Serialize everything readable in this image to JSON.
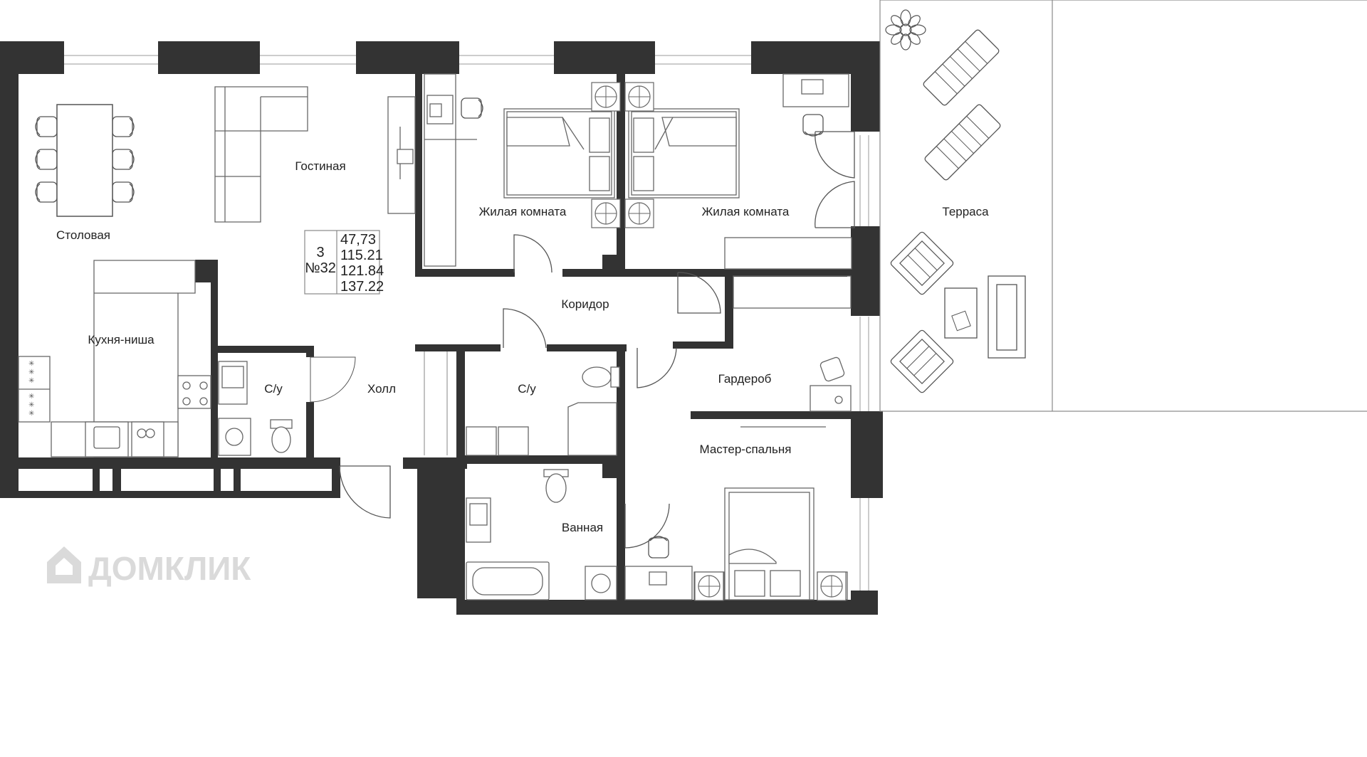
{
  "rooms": {
    "dining": "Столовая",
    "living": "Гостиная",
    "bedroom_1": "Жилая комната",
    "bedroom_2": "Жилая комната",
    "terrace": "Терраса",
    "corridor": "Коридор",
    "kitchen": "Кухня-ниша",
    "wc_1": "С/у",
    "wc_2": "С/у",
    "hall": "Холл",
    "wardrobe": "Гардероб",
    "master": "Мастер-спальня",
    "bath": "Ванная"
  },
  "apartment": {
    "rooms_count": "3",
    "number": "№32",
    "areas": [
      "47,73",
      "115.21",
      "121.84",
      "137.22"
    ]
  },
  "watermark": {
    "text": "ДОМКЛИК",
    "icon": "house-logo-icon"
  },
  "colors": {
    "wall": "#333333",
    "line": "#555555",
    "window": "#bbbbbb"
  }
}
